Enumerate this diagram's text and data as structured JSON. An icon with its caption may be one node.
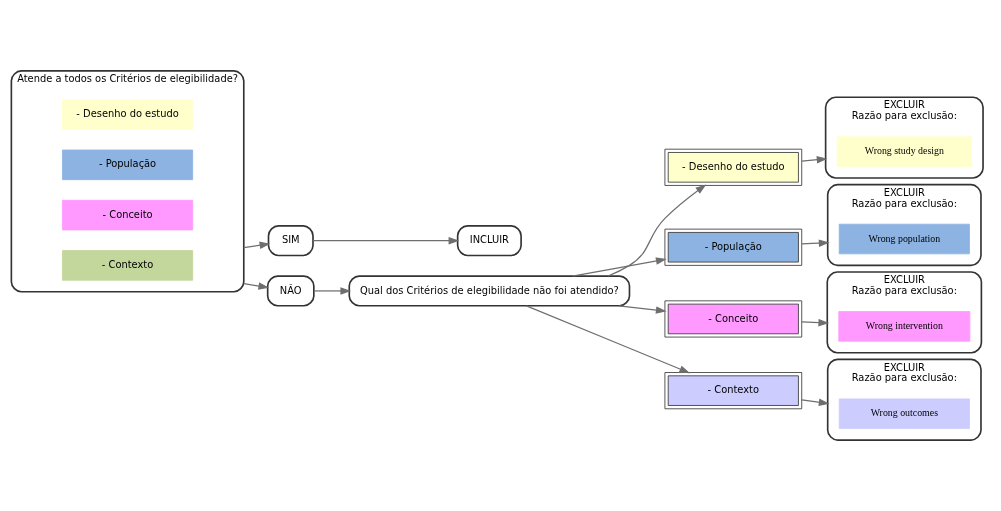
{
  "diagram": {
    "nodes": [
      {
        "text": [
          "Atende a todos os Critérios de elegibilidade?"
        ]
      },
      {
        "text": [
          "- Desenho do estudo"
        ],
        "in": 0
      },
      {
        "text": [
          "- População"
        ],
        "in": 0
      },
      {
        "text": [
          "- Conceito"
        ],
        "in": 0
      },
      {
        "text": [
          "- Contexto"
        ],
        "in": 0
      },
      {
        "text": [
          "SIM"
        ]
      },
      {
        "text": [
          "NÃO"
        ]
      },
      {
        "text": [
          "INCLUIR"
        ]
      },
      {
        "text": [
          "Qual dos Critérios de elegibilidade não foi atendido?"
        ]
      },
      {
        "text": [
          "- Desenho do estudo"
        ]
      },
      {
        "text": [
          "EXCLUIR",
          "Razão para exclusão:"
        ]
      },
      {
        "text": [
          "Wrong study design"
        ],
        "in": 10
      },
      {
        "text": [
          "- População"
        ]
      },
      {
        "text": [
          "EXCLUIR",
          "Razão para exclusão:"
        ]
      },
      {
        "text": [
          "Wrong population"
        ],
        "in": 13
      },
      {
        "text": [
          "- Conceito"
        ]
      },
      {
        "text": [
          "EXCLUIR",
          "Razão para exclusão:"
        ]
      },
      {
        "text": [
          "Wrong intervention"
        ],
        "in": 16
      },
      {
        "text": [
          "- Contexto"
        ]
      },
      {
        "text": [
          "EXCLUIR",
          "Razão para exclusão:"
        ]
      },
      {
        "text": [
          "Wrong outcomes"
        ],
        "in": 19
      }
    ],
    "edges": [
      {
        "from": 0,
        "to": 5,
        "arrow": "to"
      },
      {
        "from": 0,
        "to": 6,
        "arrow": "to"
      },
      {
        "from": 5,
        "to": 7,
        "arrow": "to"
      },
      {
        "from": 6,
        "to": 8,
        "arrow": "to"
      },
      {
        "from": 8,
        "to": 9,
        "arrow": "to"
      },
      {
        "from": 8,
        "to": 12,
        "arrow": "to"
      },
      {
        "from": 8,
        "to": 15,
        "arrow": "to"
      },
      {
        "from": 8,
        "to": 18,
        "arrow": "to"
      },
      {
        "from": 9,
        "to": 10,
        "arrow": "to"
      },
      {
        "from": 12,
        "to": 13,
        "arrow": "to"
      },
      {
        "from": 15,
        "to": 16,
        "arrow": "to"
      },
      {
        "from": 18,
        "to": 19,
        "arrow": "to"
      }
    ]
  }
}
